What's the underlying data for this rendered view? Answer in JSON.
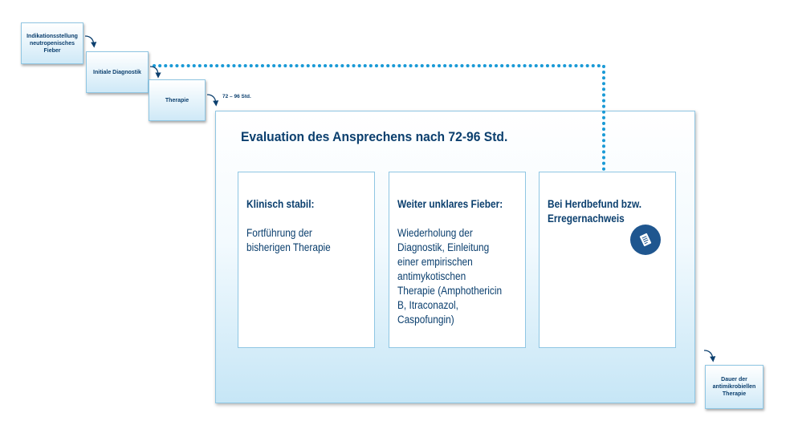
{
  "steps": {
    "indikation": "Indikationsstellung\nneutropenisches\nFieber",
    "initiale_diagnostik": "Initiale Diagnostik",
    "therapie": "Therapie",
    "dauer": "Dauer der\nantimikrobiellen\nTherapie"
  },
  "interval_label": "72 – 96 Std.",
  "evaluation": {
    "title": "Evaluation des Ansprechens nach 72-96 Std.",
    "cards": [
      {
        "heading": "Klinisch stabil:",
        "body": "Fortführung der\nbisherigen Therapie"
      },
      {
        "heading": "Weiter unklares Fieber:",
        "body": "Wiederholung der\nDiagnostik, Einleitung\neiner empirischen\nantimykotischen\nTherapie (Amphothericin\nB, Itraconazol,\nCaspofungin)"
      },
      {
        "heading": "Bei Herdbefund bzw.\nErregernachweis",
        "body": ""
      }
    ]
  },
  "icons": {
    "document": "document-icon",
    "arrow": "curved-arrow-icon"
  },
  "colors": {
    "text": "#0b3f6e",
    "border": "#8fc6e3",
    "dotted_line": "#1a9ad6",
    "badge": "#1f568f"
  }
}
